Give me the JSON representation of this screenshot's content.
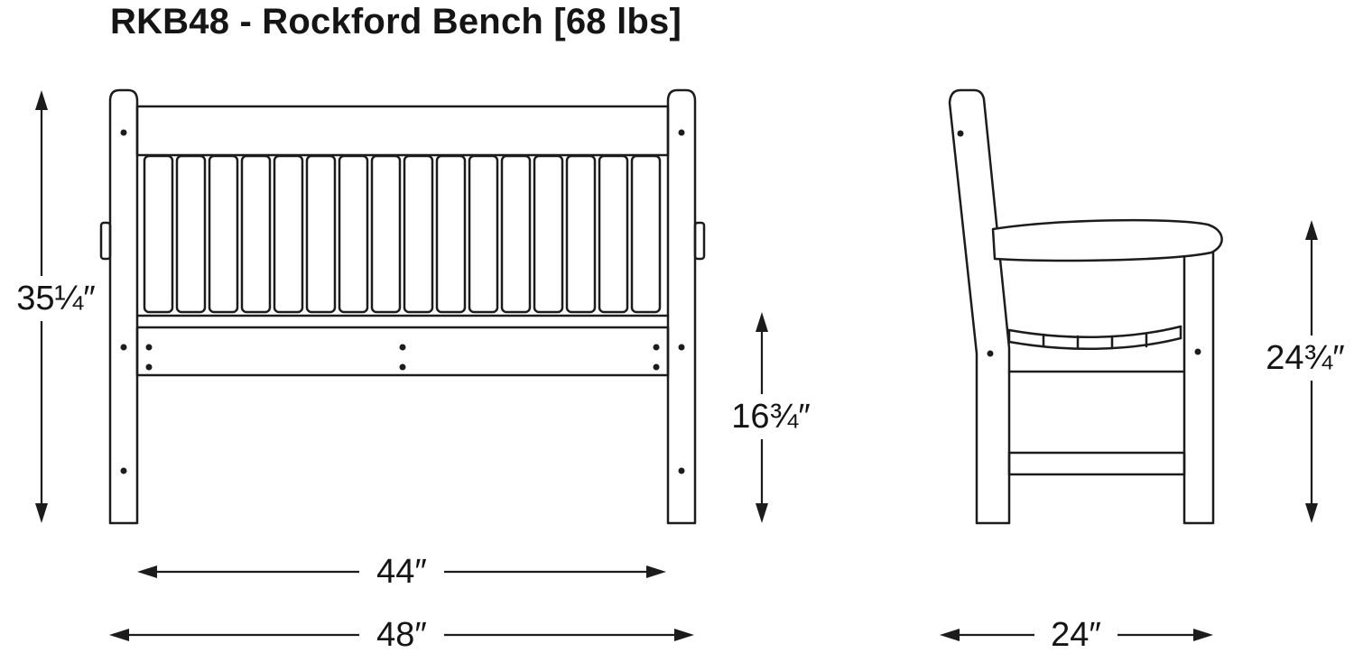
{
  "title": "RKB48 - Rockford Bench [68 lbs]",
  "colors": {
    "line": "#1c1c1c",
    "background": "#ffffff",
    "text": "#141414"
  },
  "drawing": {
    "front_view": {
      "dim_overall_height": "35¼″",
      "dim_seat_height": "16¾″",
      "dim_inner_width": "44″",
      "dim_overall_width": "48″"
    },
    "side_view": {
      "dim_overall_side_height": "24¾″",
      "dim_depth": "24″"
    }
  }
}
